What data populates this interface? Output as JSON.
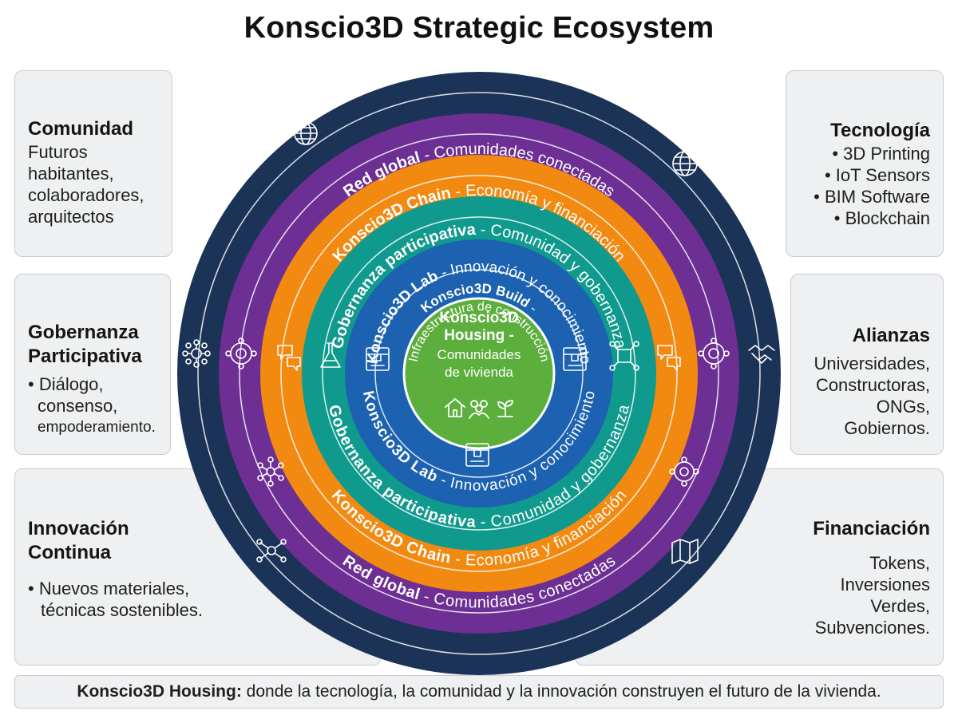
{
  "title": "Konscio3D Strategic Ecosystem",
  "colors": {
    "ring_navy": "#1c3358",
    "ring_purple": "#6d2f93",
    "ring_orange": "#f28a12",
    "ring_teal": "#109a8d",
    "ring_blue": "#1c62b0",
    "core_green": "#5cae3d",
    "panel_bg": "#eef0f1"
  },
  "panels": {
    "comunidad": {
      "title": "Comunidad",
      "lines": [
        "Futuros",
        "habitantes,",
        "colaboradores,",
        "arquitectos"
      ]
    },
    "gobernanza": {
      "title_lines": [
        "Gobernanza",
        "Participativa"
      ],
      "lines": [
        "• Diálogo,",
        "consenso,",
        "empoderamiento."
      ]
    },
    "innovacion": {
      "title_lines": [
        "Innovación",
        "Continua"
      ],
      "lines": [
        "• Nuevos materiales,",
        "técnicas sostenibles."
      ]
    },
    "tecnologia": {
      "title": "Tecnología",
      "lines": [
        "• 3D Printing",
        "• IoT Sensors",
        "• BIM Software",
        "• Blockchain"
      ]
    },
    "alianzas": {
      "title": "Alianzas",
      "lines": [
        "Universidades,",
        "Constructoras,",
        "ONGs,",
        "Gobiernos."
      ]
    },
    "financiacion": {
      "title": "Financiación",
      "lines": [
        "Tokens,",
        "Inversiones",
        "Verdes,",
        "Subvenciones."
      ]
    }
  },
  "rings": {
    "red_global": {
      "name": "Red global",
      "sub": " - Comunidades conectadas"
    },
    "chain": {
      "name": "Konscio3D Chain",
      "sub": " - Economía y financiación"
    },
    "gobernanza": {
      "name": "Gobernanza participativa",
      "sub": " - Comunidad y gobernanza"
    },
    "lab": {
      "name": "Konscio3D Lab",
      "sub": " - Innovación y conocimiento"
    },
    "build": {
      "name": "Konscio3D Build",
      "sub": " -",
      "sub2": "Infraestructura de construcción"
    }
  },
  "core": {
    "lines": [
      "Konscio3D",
      "Housing -"
    ],
    "sub_lines": [
      "Comunidades",
      "de vivienda"
    ]
  },
  "icons": [
    "globe-icon",
    "network-icon",
    "hub-icon",
    "handshake-icon",
    "chat-icon",
    "flask-icon",
    "printer-icon",
    "iot-icon",
    "house-icon",
    "people-icon",
    "plant-icon",
    "map-icon"
  ],
  "footer": {
    "bold": "Konscio3D Housing:",
    "text": " donde la tecnología, la comunidad y la innovación construyen el futuro de la vivienda."
  }
}
